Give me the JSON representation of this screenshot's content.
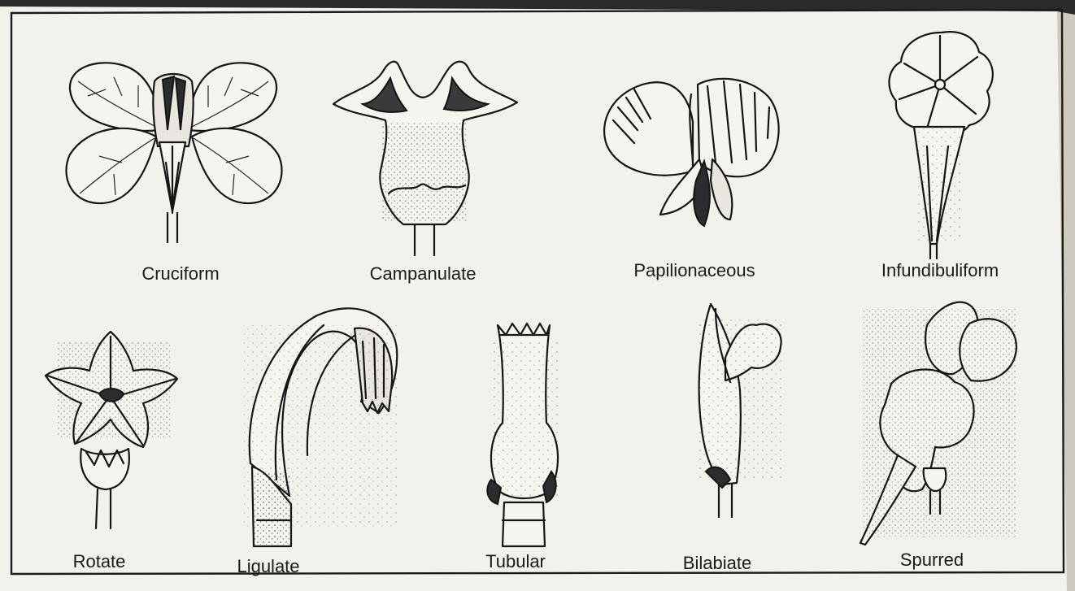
{
  "figure": {
    "labels": {
      "cruciform": "Cruciform",
      "campanulate": "Campanulate",
      "papilionaceous": "Papilionaceous",
      "infundibuliform": "Infundibuliform",
      "rotate": "Rotate",
      "ligulate": "Ligulate",
      "tubular": "Tubular",
      "bilabiate": "Bilabiate",
      "spurred": "Spurred"
    }
  }
}
